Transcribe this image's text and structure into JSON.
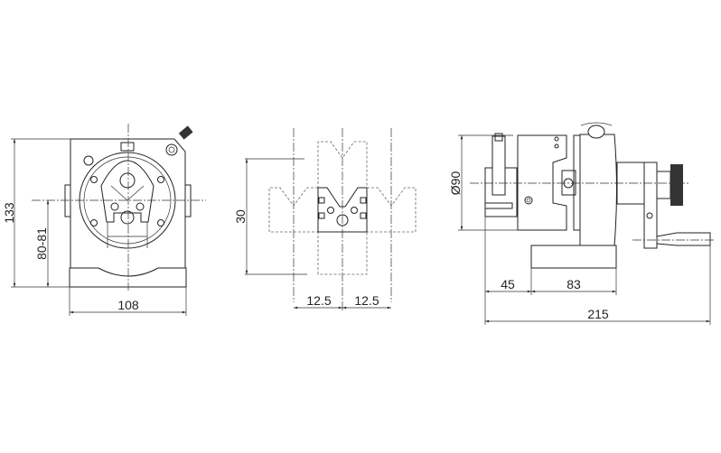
{
  "front_view": {
    "height_label": "133",
    "center_height_label": "80-81",
    "width_label": "108"
  },
  "vblock_view": {
    "height_label": "30",
    "spacing_left_label": "12.5",
    "spacing_right_label": "12.5"
  },
  "side_view": {
    "diameter_label": "Ø90",
    "offset_label": "45",
    "base_length_label": "83",
    "total_length_label": "215"
  }
}
